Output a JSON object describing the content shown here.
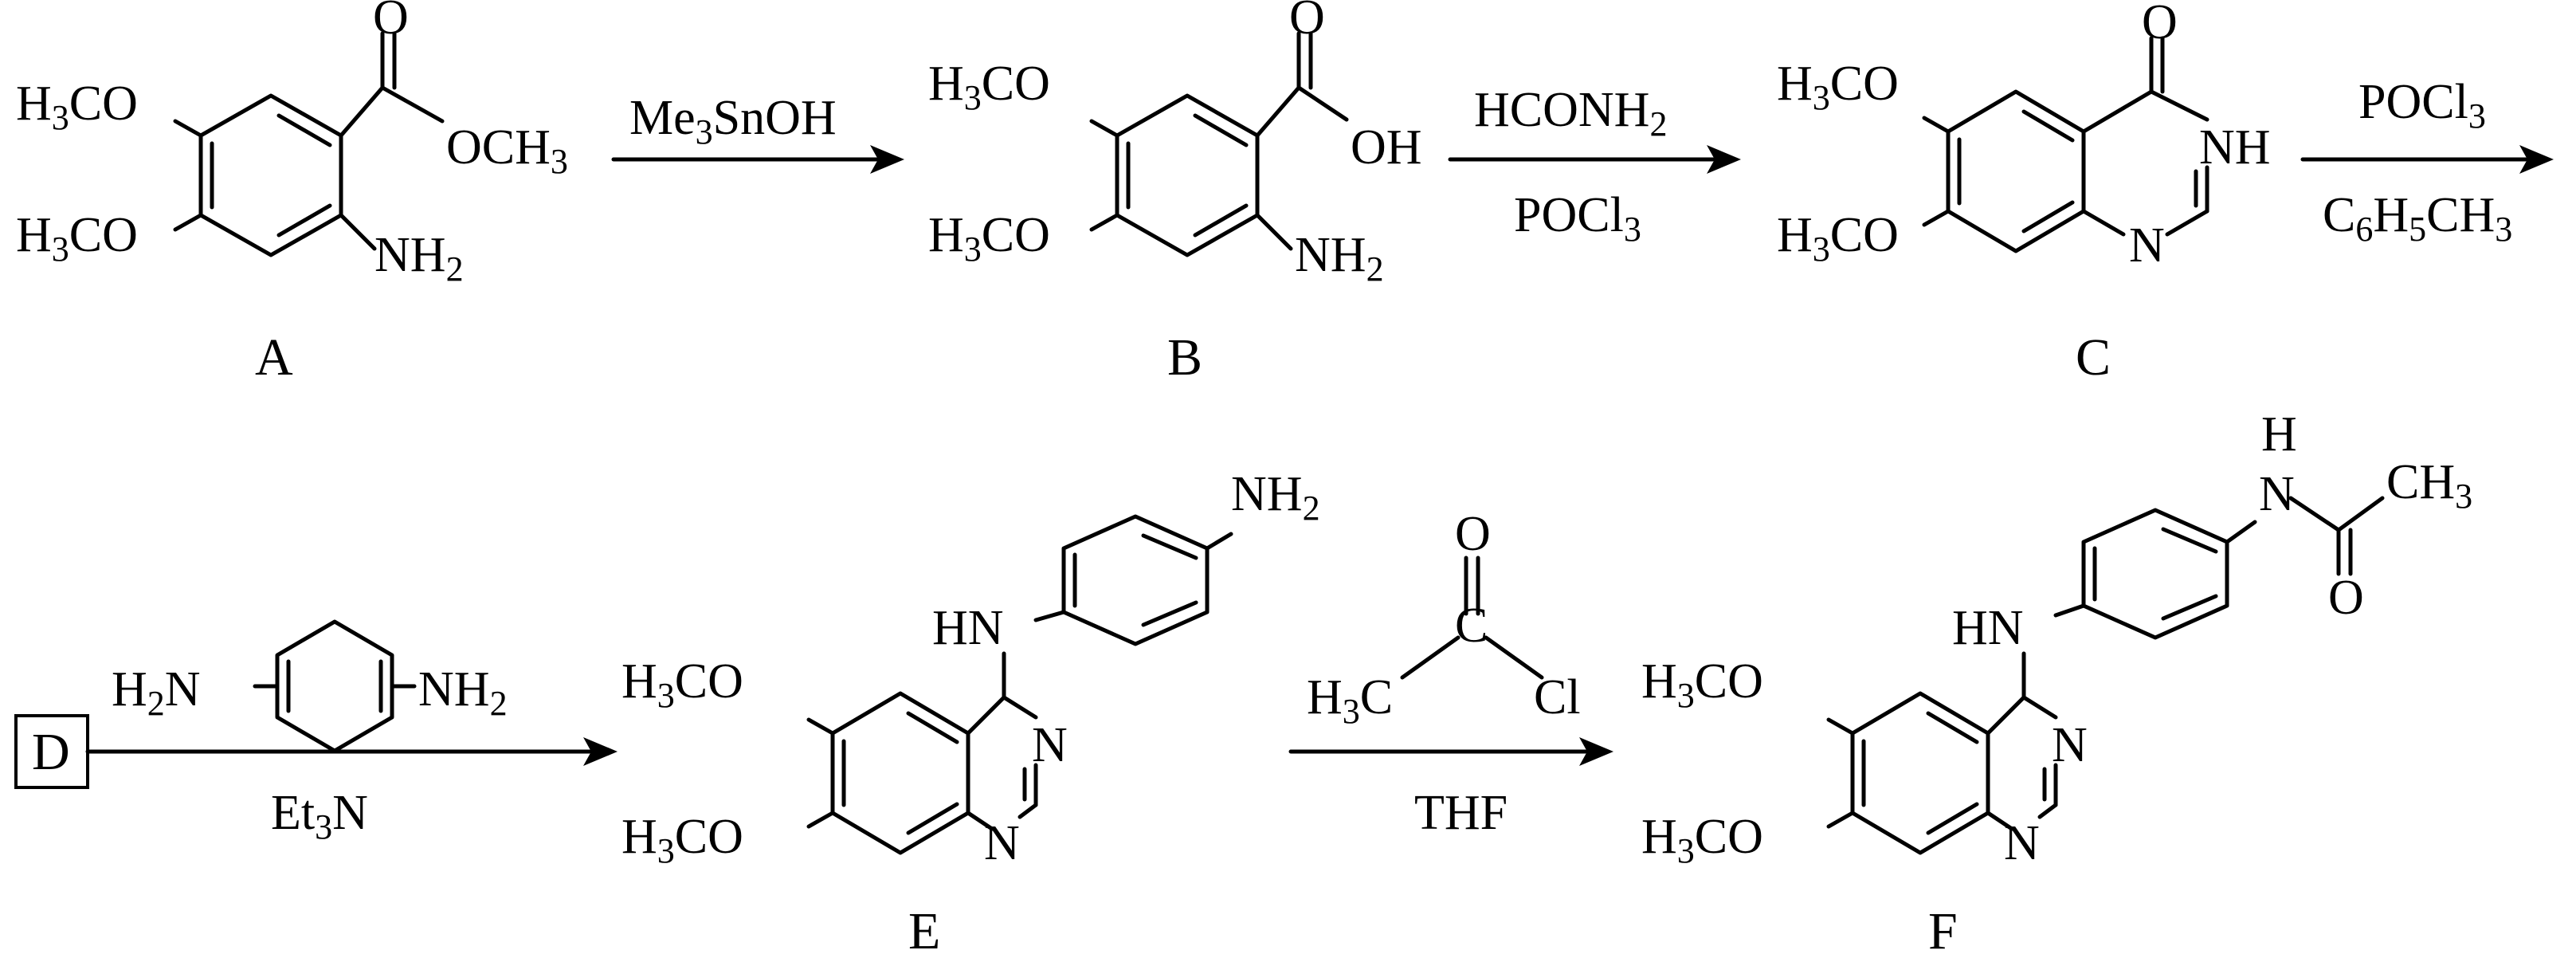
{
  "atoms": {
    "h3co": "H3CO",
    "o": "O",
    "och3": "OCH3",
    "oh": "OH",
    "nh2": "NH2",
    "h2n": "H2N",
    "nh": "NH",
    "hn": "HN",
    "h": "H",
    "n": "N",
    "ch3": "CH3",
    "h3c": "H3C",
    "cl": "Cl"
  },
  "compounds": [
    "A",
    "B",
    "C",
    "D",
    "E",
    "F"
  ],
  "reagents": {
    "step1": [
      "Me3SnOH"
    ],
    "step2": [
      "HCONH2",
      "POCl3"
    ],
    "step3": [
      "POCl3",
      "C6H5CH3"
    ],
    "step4": [
      "Et3N"
    ],
    "step5": [
      "THF"
    ]
  }
}
